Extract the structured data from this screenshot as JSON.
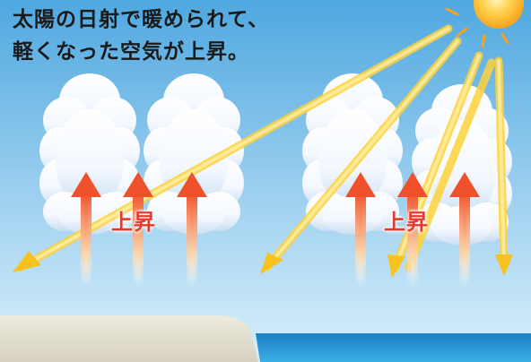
{
  "caption": {
    "line1": "太陽の日射で暖められて、",
    "line2": "軽くなった空気が上昇。"
  },
  "labels": {
    "rise_left": "上昇",
    "rise_right": "上昇"
  },
  "icons": {
    "sun": "sun-icon",
    "sunbeam": "sunbeam-arrow-icon",
    "updraft": "updraft-arrow-icon",
    "cloud": "cumulus-cloud-icon"
  },
  "colors": {
    "sky_top": "#5fb4e6",
    "sky_bottom": "#cfe9f7",
    "sun": "#ffb020",
    "beam": "#ffd23c",
    "updraft": "#f0502a",
    "rise_label": "#e63a2e",
    "land": "#e6e2d4",
    "sea": "#1a8fd0"
  }
}
